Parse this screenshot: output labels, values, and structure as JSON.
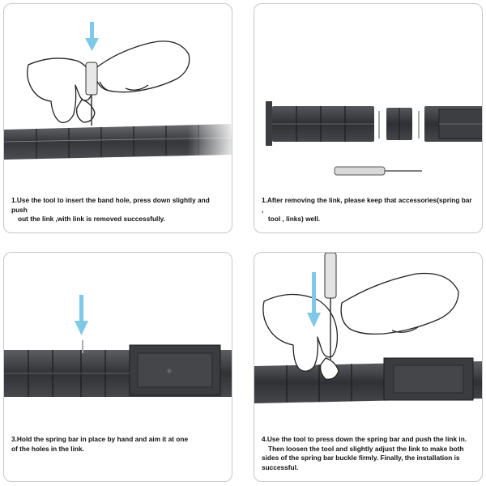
{
  "steps": [
    {
      "lines": [
        "1.Use the tool to insert the band hole, press down slightly and push",
        "out the link ,with link is removed successfully."
      ]
    },
    {
      "lines": [
        "1.After removing the link, please keep that accessories(spring bar ,",
        "tool , links) well."
      ]
    },
    {
      "lines": [
        "3.Hold the spring bar in place by hand and aim it at one",
        "of the holes in the link."
      ]
    },
    {
      "lines": [
        "4.Use the tool to press down the spring bar and push the link in.",
        "Then loosen the tool and slightly adjust the link to make both",
        "sides of the spring bar buckle firmly. Finally, the installation is",
        "successful."
      ]
    }
  ],
  "colors": {
    "metal": "#3a3c40",
    "metal_light": "#6a6c70",
    "arrow": "#7ec8e8",
    "border": "#c8c8c8"
  },
  "icons": [
    "down-arrow-icon",
    "hand-illustration",
    "watch-band-illustration",
    "spring-bar-tool-illustration"
  ]
}
